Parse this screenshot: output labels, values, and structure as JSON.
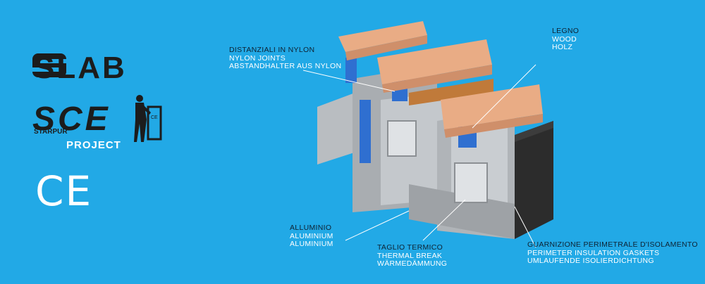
{
  "logos": {
    "slab": "SLAB",
    "sce": "SCE",
    "sce_sub_left": "STARPUR",
    "sce_sub_bottom": "PROJECT",
    "ce_mark": "CE",
    "ce_badge": "CE"
  },
  "labels": {
    "nylon": [
      "DISTANZIALI IN NYLON",
      "NYLON JOINTS",
      "ABSTANDHALTER AUS NYLON"
    ],
    "wood": [
      "LEGNO",
      "WOOD",
      "HOLZ"
    ],
    "aluminium": [
      "ALLUMINIO",
      "ALUMINIUM",
      "ALUMINIUM"
    ],
    "thermal": [
      "TAGLIO TERMICO",
      "THERMAL BREAK",
      "WÄRMEDÄMMUNG"
    ],
    "gaskets": [
      "GUARNIZIONE PERIMETRALE D'ISOLAMENTO",
      "PERIMETER INSULATION GASKETS",
      "UMLAUFENDE ISOLIERDICHTUNG"
    ]
  },
  "colors": {
    "background": "#22a9e6",
    "wood": "#e9ac85",
    "aluminium": "#b9bdc1",
    "nylon": "#2f6fd0",
    "gasket": "#2c2c2c"
  }
}
